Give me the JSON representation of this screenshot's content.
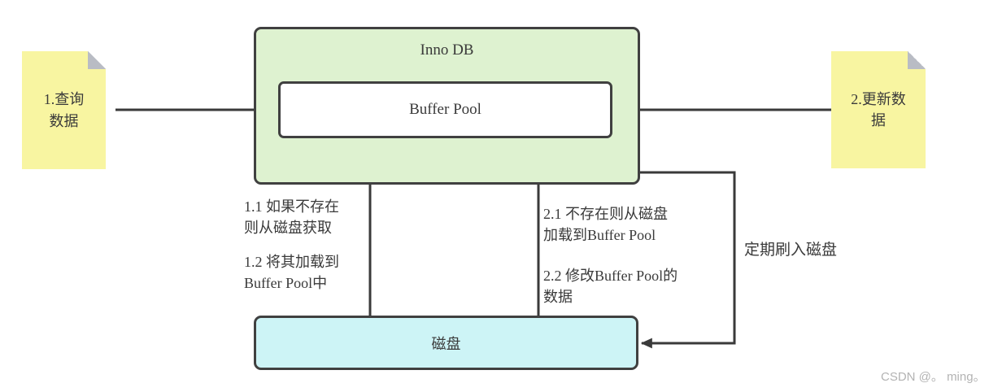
{
  "colors": {
    "background": "#ffffff",
    "note_fill": "#f8f5a1",
    "note_fold": "#b9bcc4",
    "innodb_fill": "#def2d0",
    "buffer_fill": "#ffffff",
    "disk_fill": "#cdf4f6",
    "border": "#404040",
    "arrow": "#3a3a3a",
    "text": "#3a3a3a",
    "watermark": "#b3b3b3"
  },
  "diagram": {
    "note_query": "1.查询\n数据",
    "note_update": "2.更新数\n据",
    "innodb_title": "Inno DB",
    "buffer_pool_label": "Buffer Pool",
    "disk_label": "磁盘",
    "annotation_1_1": "1.1 如果不存在\n则从磁盘获取",
    "annotation_1_2": "1.2 将其加载到\nBuffer Pool中",
    "annotation_2_1": "2.1 不存在则从磁盘\n加载到Buffer Pool",
    "annotation_2_2": "2.2 修改Buffer Pool的\n数据",
    "annotation_flush": "定期刷入磁盘"
  },
  "watermark": "CSDN @。 ming。"
}
